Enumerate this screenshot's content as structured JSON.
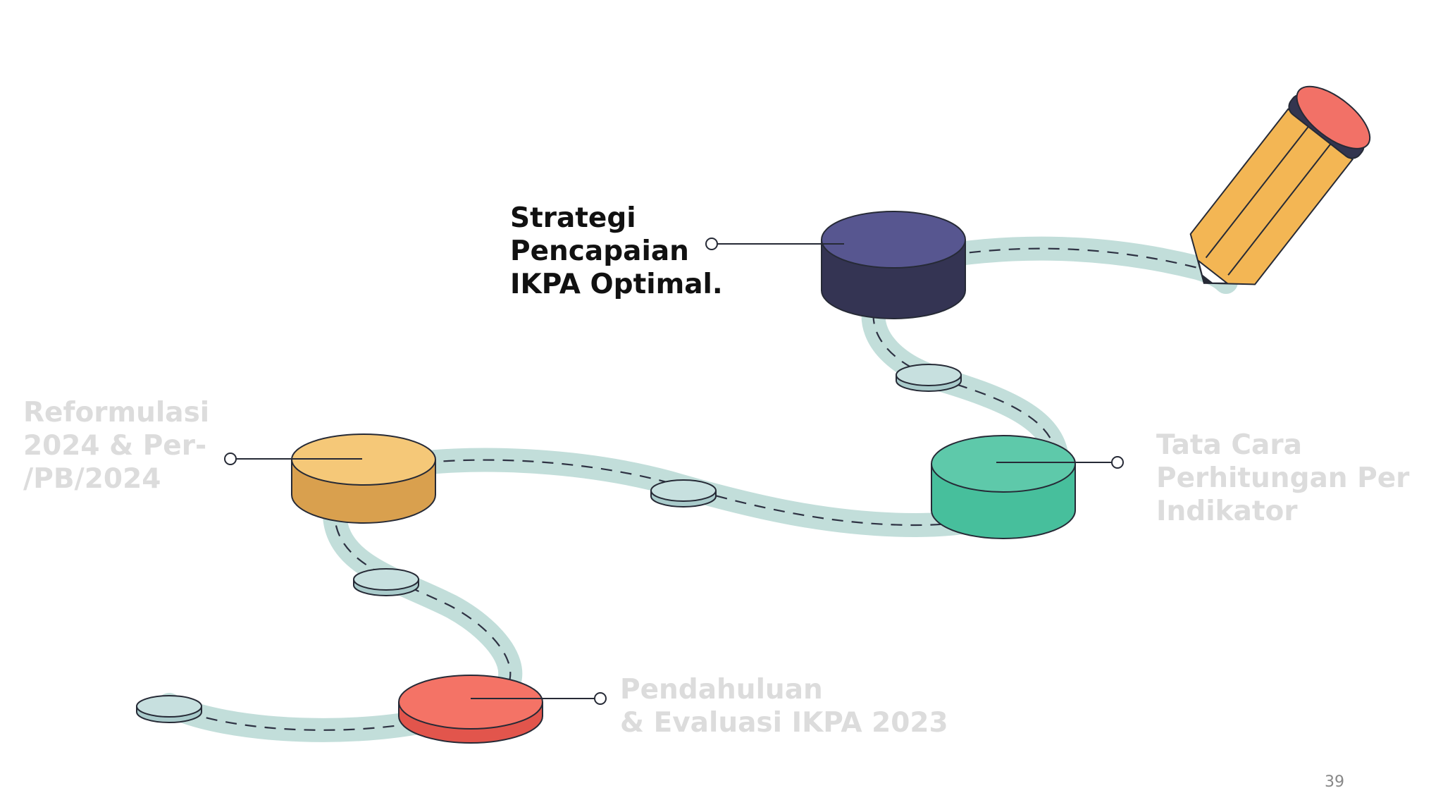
{
  "steps": [
    {
      "id": "pendahuluan",
      "lines": [
        "Pendahuluan",
        "& Evaluasi IKPA 2023"
      ],
      "color": "#f47366",
      "side_color": "#e2554c",
      "active": false
    },
    {
      "id": "reformulasi",
      "lines": [
        "Reformulasi",
        "2024 & Per-",
        "/PB/2024"
      ],
      "color": "#f5c878",
      "side_color": "#d9a04e",
      "active": false
    },
    {
      "id": "tatacara",
      "lines": [
        "Tata Cara",
        "Perhitungan Per",
        "Indikator"
      ],
      "color": "#5ec9aa",
      "side_color": "#47bf9c",
      "active": false
    },
    {
      "id": "strategi",
      "lines": [
        "Strategi",
        "Pencapaian",
        "IKPA Optimal."
      ],
      "color": "#575690",
      "side_color": "#343453",
      "active": true
    }
  ],
  "page_number": "39",
  "colors": {
    "road": "#c2deda",
    "road_dash": "#2e3243",
    "outline": "#262a36",
    "small_disc": "#c7e0df",
    "pencil_body": "#f3b654",
    "pencil_eraser": "#f27167",
    "pencil_band": "#33354f",
    "inactive_text": "#dcdcdc",
    "active_text": "#111111"
  }
}
